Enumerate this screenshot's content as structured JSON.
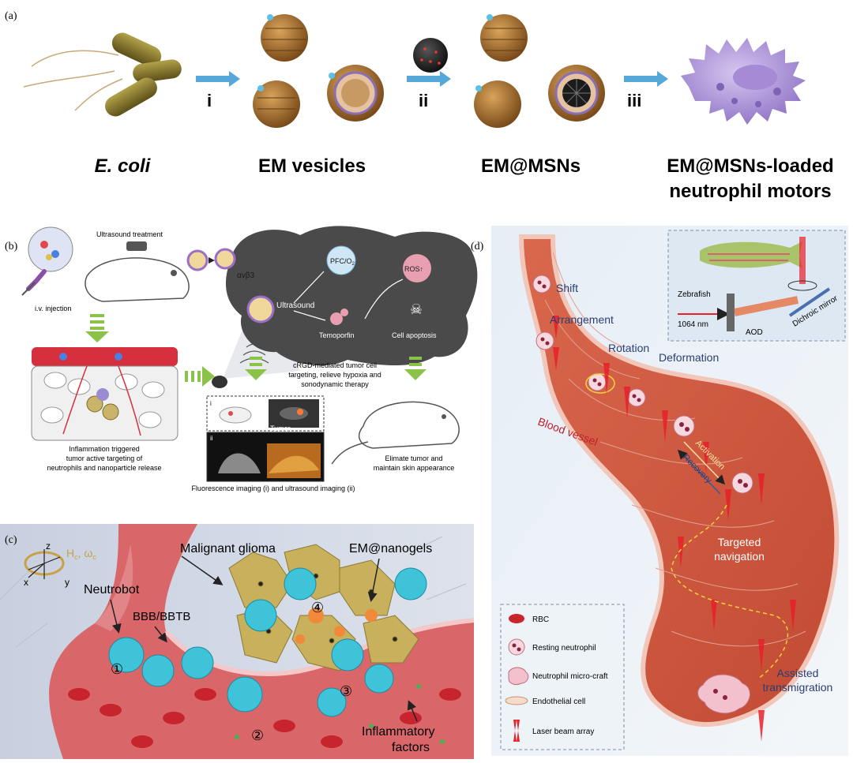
{
  "panels": {
    "a": {
      "label": "(a)",
      "steps": [
        "i",
        "ii",
        "iii"
      ],
      "captions": {
        "ecoli": "E. coli",
        "em_vesicles": "EM vesicles",
        "em_msns": "EM@MSNs",
        "motors_line1": "EM@MSNs-loaded",
        "motors_line2": "neutrophil motors"
      },
      "colors": {
        "bacteria": "#8a7a2a",
        "vesicle": "#b07a2e",
        "arrow": "#56a8d8",
        "neutrophil": "#b7a0dc"
      }
    },
    "b": {
      "label": "(b)",
      "ultrasound_treatment": "Ultrasound treatment",
      "iv_injection": "i.v. injection",
      "avb3": "αvβ3",
      "ultrasound": "Ultrasound",
      "pfc": "PFC/O",
      "pfc_sub": "2",
      "temoporfin": "Temoporfin",
      "ros": "ROS↑",
      "cell_apoptosis": "Cell apoptosis",
      "crgd_1": "cRGD-mediated tumor cell",
      "crgd_2": "targeting, relieve hypoxia and",
      "crgd_3": "sonodynamic therapy",
      "inflammation_1": "Inflammation triggered",
      "inflammation_2": "tumor active targeting of",
      "inflammation_3": "neutrophils and nanoparticle release",
      "tumor": "Tumor",
      "imaging_i": "i",
      "imaging_ii": "ii",
      "fluorescence": "Fluorescence imaging (i) and ultrasound imaging (ii)",
      "eliminate_1": "Elimate tumor and",
      "eliminate_2": "maintain skin appearance"
    },
    "c": {
      "label": "(c)",
      "axis_z": "z",
      "axis_x": "x",
      "axis_y": "y",
      "field_label": "H",
      "field_sub1": "c",
      "omega": ", ω",
      "field_sub2": "c",
      "malignant_glioma": "Malignant glioma",
      "em_nanogels": "EM@nanogels",
      "neutrobot": "Neutrobot",
      "bbb": "BBB/BBTB",
      "step1": "①",
      "step2": "②",
      "step3": "③",
      "step4": "④",
      "inflammatory_1": "Inflammatory",
      "inflammatory_2": "factors"
    },
    "d": {
      "label": "(d)",
      "shift": "Shift",
      "arrangement": "Arrangement",
      "rotation": "Rotation",
      "deformation": "Deformation",
      "blood_vessel": "Blood vessel",
      "activation": "Activation",
      "recovery": "Recovery",
      "targeted_1": "Targeted",
      "targeted_2": "navigation",
      "assisted_1": "Assisted",
      "assisted_2": "transmigration",
      "zebrafish": "Zebrafish",
      "wavelength": "1064 nm",
      "aod": "AOD",
      "dichroic": "Dichroic mirror",
      "legend": [
        "RBC",
        "Resting neutrophil",
        "Neutrophil micro-craft",
        "Endothelial cell",
        "Laser beam array"
      ]
    }
  }
}
